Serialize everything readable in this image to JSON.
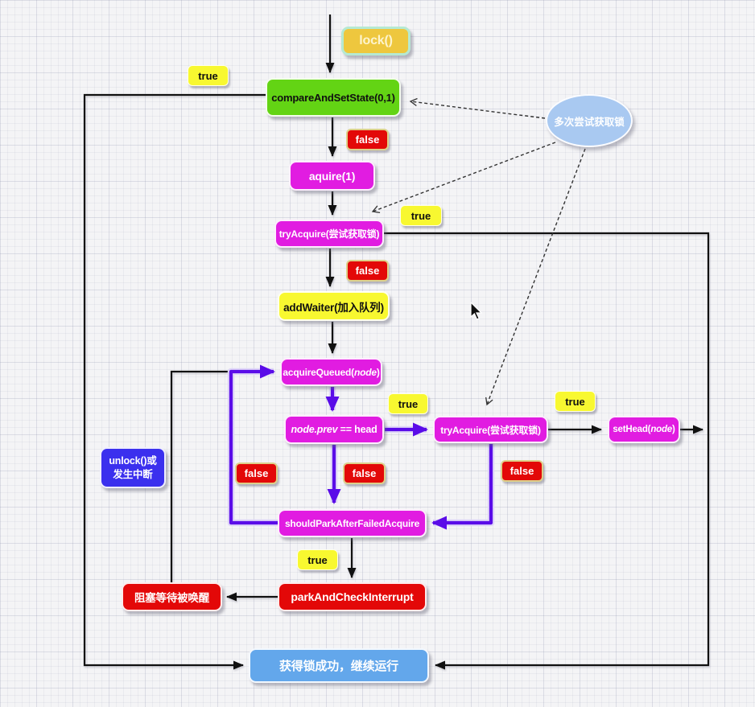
{
  "colors": {
    "green": "#63d414",
    "magenta": "#e11ce1",
    "yellow": "#f8f830",
    "red": "#e30808",
    "dark_blue": "#3b30ee",
    "light_blue": "#63a7eb",
    "ellipse_blue": "#a9c9f1",
    "gold": "#eec73e",
    "purple_arrow": "#5a0ce8",
    "black_line": "#111111"
  },
  "nodes": {
    "lock": {
      "label": "lock()"
    },
    "compare_and_set": {
      "label": "compareAndSetState(0,1)"
    },
    "aquire": {
      "label": "aquire(1)"
    },
    "try_acquire_1": {
      "label": "tryAcquire(尝试获取锁)"
    },
    "add_waiter": {
      "label": "addWaiter(加入队列)"
    },
    "acquire_queued": {
      "pre": "acquireQueued(",
      "italic": "node",
      "post": ")"
    },
    "node_prev_head": {
      "italic": "node.prev",
      "rest": " == head"
    },
    "try_acquire_2": {
      "label": "tryAcquire(尝试获取锁)"
    },
    "set_head": {
      "pre": "setHead(",
      "italic": "node",
      "post": ")"
    },
    "should_park": {
      "label": "shouldParkAfterFailedAcquire"
    },
    "park_check": {
      "label": "parkAndCheckInterrupt"
    },
    "blocked_wait": {
      "label": "阻塞等待被唤醒"
    },
    "unlock": {
      "line1": "unlock()或",
      "line2": "发生中断"
    },
    "success": {
      "label": "获得锁成功，继续运行"
    },
    "retry_ellipse": {
      "label": "多次尝试获取锁"
    }
  },
  "edge_labels": {
    "true": "true",
    "false": "false"
  }
}
